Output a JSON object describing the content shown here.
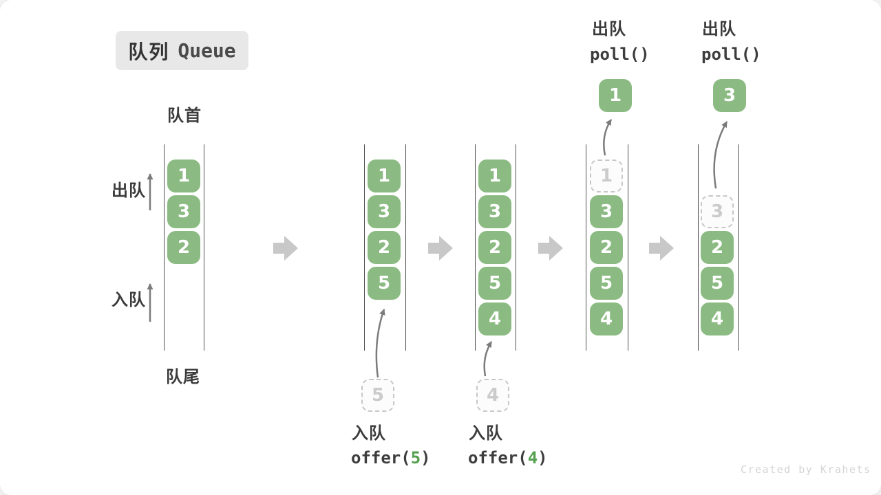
{
  "title": {
    "zh": "队列",
    "en": "Queue"
  },
  "labels": {
    "front": "队首",
    "rear": "队尾",
    "dequeue_side": "出队",
    "enqueue_side": "入队"
  },
  "states": [
    {
      "slots": [
        {
          "v": "1"
        },
        {
          "v": "3"
        },
        {
          "v": "2"
        }
      ]
    },
    {
      "slots": [
        {
          "v": "1"
        },
        {
          "v": "3"
        },
        {
          "v": "2"
        },
        {
          "v": "5"
        }
      ],
      "incoming": "5"
    },
    {
      "slots": [
        {
          "v": "1"
        },
        {
          "v": "3"
        },
        {
          "v": "2"
        },
        {
          "v": "5"
        },
        {
          "v": "4"
        }
      ],
      "incoming": "4"
    },
    {
      "slots": [
        {
          "v": "1",
          "removed": true
        },
        {
          "v": "3"
        },
        {
          "v": "2"
        },
        {
          "v": "5"
        },
        {
          "v": "4"
        }
      ],
      "outgoing": "1"
    },
    {
      "slots": [
        {
          "v": "3",
          "removed": true
        },
        {
          "v": "2"
        },
        {
          "v": "5"
        },
        {
          "v": "4"
        }
      ],
      "outgoing": "3"
    }
  ],
  "poll_ops": [
    {
      "label": "出队",
      "code": "poll()"
    },
    {
      "label": "出队",
      "code": "poll()"
    }
  ],
  "offer_ops": [
    {
      "label": "入队",
      "code_pre": "offer(",
      "arg": "5",
      "code_post": ")"
    },
    {
      "label": "入队",
      "code_pre": "offer(",
      "arg": "4",
      "code_post": ")"
    }
  ],
  "watermark": "Created by Krahets",
  "colors": {
    "box_green": "#8BBB82",
    "arg_green": "#55A04E",
    "flow_arrow": "#C8C8C8",
    "thin_arrow": "#7B7B7B"
  }
}
